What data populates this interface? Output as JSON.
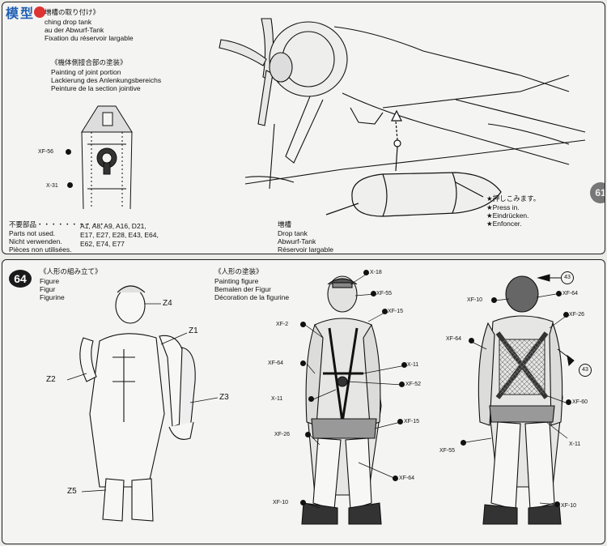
{
  "top": {
    "drop_tank_title": {
      "jp": "増槽の取り付け》",
      "en": "ching drop tank",
      "de": "au der Abwurf-Tank",
      "fr": "Fixation du réservoir largable"
    },
    "joint_title": {
      "jp": "《機体側接合部の塗装》",
      "en": "Painting of joint portion",
      "de": "Lackierung des Anlenkungsbereichs",
      "fr": "Peinture de la section jointive"
    },
    "colors": {
      "xf56": "XF-56",
      "x31": "X-31"
    },
    "parts_not_used": {
      "jp": "不要部品・・・・・・・・・・",
      "en": "Parts not used.",
      "de": "Nicht verwenden.",
      "fr": "Pièces non utilisées.",
      "list1": "A1, A8, A9, A16, D21,",
      "list2": "E17, E27, E28, E43, E64,",
      "list3": "E62, E74, E77"
    },
    "drop_tank_label": {
      "jp": "増槽",
      "en": "Drop tank",
      "de": "Abwurf-Tank",
      "fr": "Réservoir largable"
    },
    "press_in": {
      "jp": "★押しこみます。",
      "en": "★Press in.",
      "de": "★Eindrücken.",
      "fr": "★Enfoncer."
    },
    "side_step": "61"
  },
  "bottom": {
    "step_number": "64",
    "figure_title": {
      "jp": "《人形の組み立て》",
      "en": "Figure",
      "de": "Figur",
      "fr": "Figurine"
    },
    "parts": {
      "z1": "Z1",
      "z2": "Z2",
      "z3": "Z3",
      "z4": "Z4",
      "z5": "Z5"
    },
    "paint_title": {
      "jp": "《人形の塗装》",
      "en": "Painting figure",
      "de": "Bemalen der Figur",
      "fr": "Décoration de la figurine"
    },
    "front_colors": {
      "c1": "X-18",
      "c2": "XF-55",
      "c3": "XF-15",
      "c4": "XF-2",
      "c5": "X-11",
      "c6": "XF-64",
      "c7": "XF-52",
      "c8": "X-11",
      "c9": "XF-15",
      "c10": "XF-26",
      "c11": "XF-64",
      "c12": "XF-10"
    },
    "back_colors": {
      "b1": "XF-10",
      "b2": "XF-64",
      "b3": "XF-26",
      "b4": "XF-64",
      "b5": "XF-60",
      "b6": "X-11",
      "b7": "XF-55",
      "b8": "XF-10"
    },
    "ref_43a": "43",
    "ref_43b": "43"
  }
}
